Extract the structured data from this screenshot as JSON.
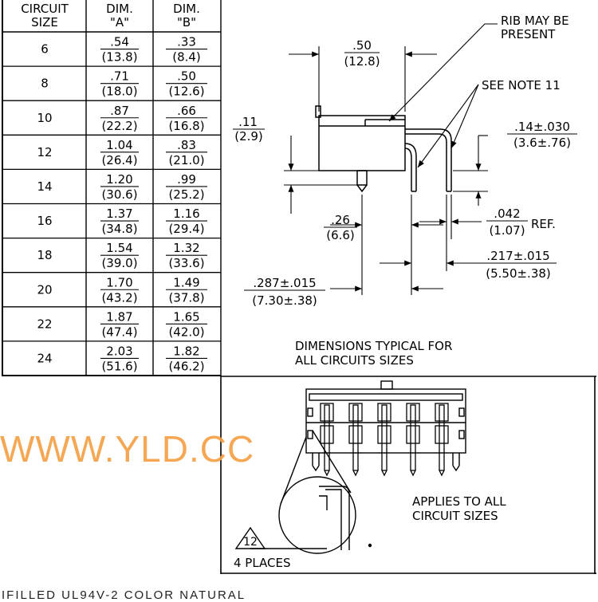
{
  "table": {
    "headers": [
      {
        "line1": "CIRCUIT",
        "line2": "SIZE"
      },
      {
        "line1": "DIM.",
        "line2": "\"A\""
      },
      {
        "line1": "DIM.",
        "line2": "\"B\""
      }
    ],
    "rows": [
      {
        "size": "6",
        "a_in": ".54",
        "a_mm": "(13.8)",
        "b_in": ".33",
        "b_mm": "(8.4)"
      },
      {
        "size": "8",
        "a_in": ".71",
        "a_mm": "(18.0)",
        "b_in": ".50",
        "b_mm": "(12.6)"
      },
      {
        "size": "10",
        "a_in": ".87",
        "a_mm": "(22.2)",
        "b_in": ".66",
        "b_mm": "(16.8)"
      },
      {
        "size": "12",
        "a_in": "1.04",
        "a_mm": "(26.4)",
        "b_in": ".83",
        "b_mm": "(21.0)"
      },
      {
        "size": "14",
        "a_in": "1.20",
        "a_mm": "(30.6)",
        "b_in": ".99",
        "b_mm": "(25.2)"
      },
      {
        "size": "16",
        "a_in": "1.37",
        "a_mm": "(34.8)",
        "b_in": "1.16",
        "b_mm": "(29.4)"
      },
      {
        "size": "18",
        "a_in": "1.54",
        "a_mm": "(39.0)",
        "b_in": "1.32",
        "b_mm": "(33.6)"
      },
      {
        "size": "20",
        "a_in": "1.70",
        "a_mm": "(43.2)",
        "b_in": "1.49",
        "b_mm": "(37.8)"
      },
      {
        "size": "22",
        "a_in": "1.87",
        "a_mm": "(47.4)",
        "b_in": "1.65",
        "b_mm": "(42.0)"
      },
      {
        "size": "24",
        "a_in": "2.03",
        "a_mm": "(51.6)",
        "b_in": "1.82",
        "b_mm": "(46.2)"
      }
    ]
  },
  "side_view": {
    "rib_note": {
      "line1": "RIB MAY BE",
      "line2": "PRESENT"
    },
    "see_note": "SEE NOTE 11",
    "dim_top": {
      "in": ".50",
      "mm": "(12.8)"
    },
    "dim_left": {
      "in": ".11",
      "mm": "(2.9)"
    },
    "dim_right": {
      "in": ".14±.030",
      "mm": "(3.6±.76)"
    },
    "dim_mid": {
      "in": ".26",
      "mm": "(6.6)"
    },
    "dim_ref": {
      "in": ".042",
      "mm": "(1.07)",
      "suffix": "REF."
    },
    "dim_pitch": {
      "in": ".217±.015",
      "mm": "(5.50±.38)"
    },
    "dim_bottom": {
      "in": ".287±.015",
      "mm": "(7.30±.38)"
    },
    "typical_note": {
      "line1": "DIMENSIONS TYPICAL FOR",
      "line2": "ALL CIRCUITS SIZES"
    }
  },
  "front_view": {
    "applies_note": {
      "line1": "APPLIES TO ALL",
      "line2": "CIRCUIT SIZES"
    },
    "note_flag": "12",
    "places": "4 PLACES"
  },
  "watermark": "WWW.YLD.CC",
  "bottom_text": "IFILLED  UL94V-2  COLOR  NATURAL"
}
